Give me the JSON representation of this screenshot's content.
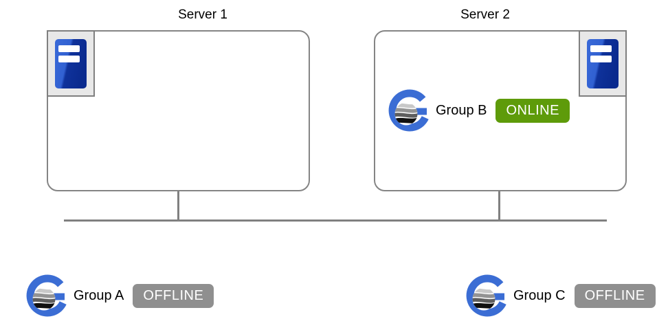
{
  "servers": [
    {
      "label": "Server 1"
    },
    {
      "label": "Server 2"
    }
  ],
  "groups": {
    "a": {
      "name": "Group A",
      "status": "OFFLINE"
    },
    "b": {
      "name": "Group B",
      "status": "ONLINE"
    },
    "c": {
      "name": "Group C",
      "status": "OFFLINE"
    }
  },
  "icons": {
    "server": "server-tower-icon",
    "group_logo": "globe-g-logo-icon"
  },
  "colors": {
    "online_badge": "#5e9b0a",
    "offline_badge": "#8f8f8f",
    "connector_line": "#808080",
    "box_border": "#848484",
    "logo_blue": "#3b6dd4",
    "server_tower_light": "#3161d2",
    "server_tower_dark": "#0d2f97"
  }
}
